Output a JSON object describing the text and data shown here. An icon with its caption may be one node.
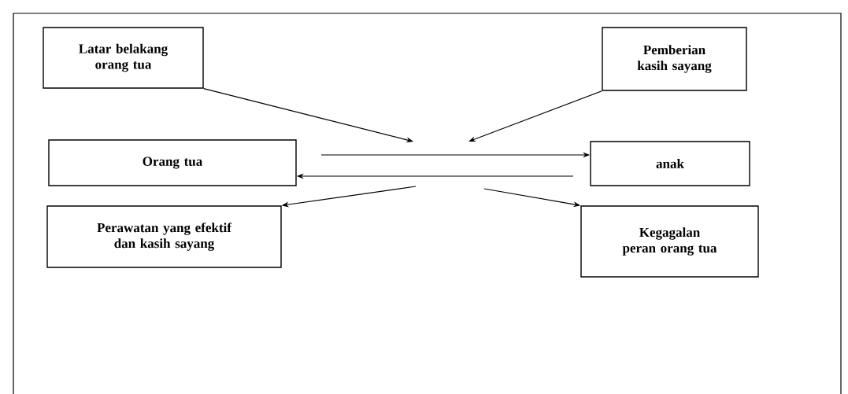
{
  "diagram": {
    "nodes": [
      {
        "text": [
          "Latar belakang orang tua"
        ]
      },
      {
        "text": [
          "Pemberian kasih sayang"
        ]
      },
      {
        "text": [
          "Orang tua"
        ]
      },
      {
        "text": [
          "anak"
        ]
      },
      {
        "text": [
          "Perawatan yang efektif dan kasih sayang"
        ]
      },
      {
        "text": [
          "Kegagalan peran orang tua"
        ]
      }
    ],
    "edges": [
      {
        "from": 0,
        "to": null,
        "arrow": "to"
      },
      {
        "from": 1,
        "to": null,
        "arrow": "to"
      },
      {
        "from": null,
        "to": 3,
        "arrow": "to"
      },
      {
        "from": null,
        "to": 2,
        "arrow": "to"
      },
      {
        "from": null,
        "to": 4,
        "arrow": "to"
      },
      {
        "from": null,
        "to": 5,
        "arrow": "to"
      }
    ]
  }
}
